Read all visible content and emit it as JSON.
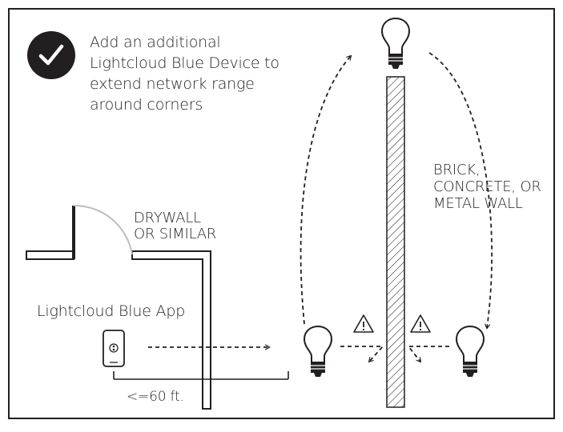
{
  "tip": {
    "icon": "checkmark-circle-icon",
    "lines": [
      "Add an additional",
      "Lightcloud Blue Device to",
      "extend network range",
      "around corners"
    ]
  },
  "labels": {
    "wall_material": [
      "BRICK,",
      "CONCRETE, OR",
      "METAL WALL"
    ],
    "drywall": [
      "DRYWALL",
      "OR SIMILAR"
    ],
    "app": "Lightcloud Blue App",
    "distance": "<=60 ft."
  },
  "icons": {
    "phone": "smartphone-icon",
    "bulb": "light-bulb-icon",
    "warning": "warning-triangle-icon"
  },
  "colors": {
    "ink": "#231f20",
    "door_arc": "#bdbdbd",
    "background": "#ffffff"
  }
}
